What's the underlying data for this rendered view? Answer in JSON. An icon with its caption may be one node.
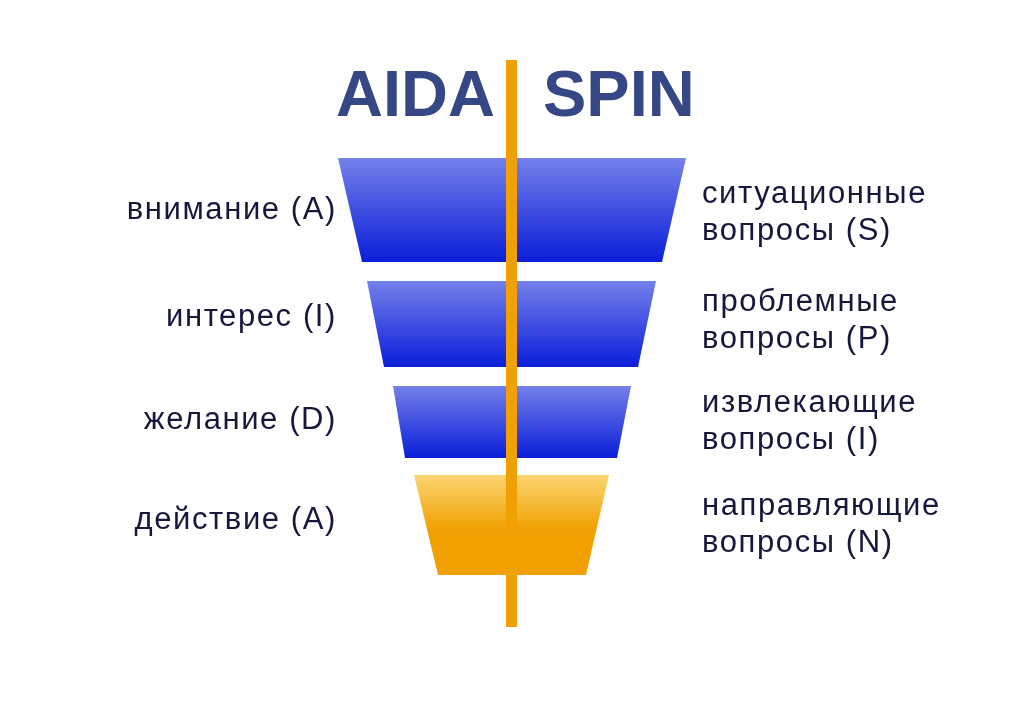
{
  "diagram": {
    "nodes": [
      {
        "text": [],
        "shape": "trapezoid",
        "beside": [
          "внимание (A)",
          "ситуационные вопросы (S)"
        ]
      },
      {
        "text": [],
        "shape": "trapezoid",
        "beside": [
          "интерес (I)",
          "проблемные вопросы (P)"
        ]
      },
      {
        "text": [],
        "shape": "trapezoid",
        "beside": [
          "желание (D)",
          "извлекающие вопросы (I)"
        ]
      },
      {
        "text": [],
        "shape": "trapezoid",
        "beside": [
          "действие (A)",
          "направляющие вопросы (N)"
        ]
      }
    ],
    "labels": [
      "AIDA",
      "SPIN"
    ]
  }
}
